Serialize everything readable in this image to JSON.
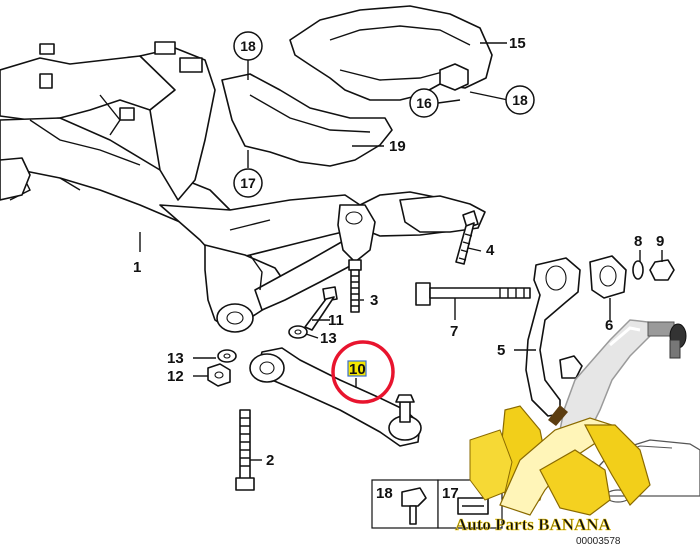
{
  "diagram": {
    "callouts": {
      "p1": "1",
      "p2": "2",
      "p3": "3",
      "p4": "4",
      "p5": "5",
      "p6": "6",
      "p7": "7",
      "p8": "8",
      "p9": "9",
      "p10": "10",
      "p11": "11",
      "p12": "12",
      "p13a": "13",
      "p13b": "13",
      "p15": "15",
      "p16": "16",
      "p17a": "17",
      "p17b": "17",
      "p18a": "18",
      "p18b": "18",
      "p18c": "18",
      "p19": "19"
    },
    "highlight_color": "#e8142e",
    "label_highlight_color": "#f5e600",
    "watermark": {
      "brand": "Auto Parts BANANA"
    },
    "doc_number": "00003578"
  }
}
